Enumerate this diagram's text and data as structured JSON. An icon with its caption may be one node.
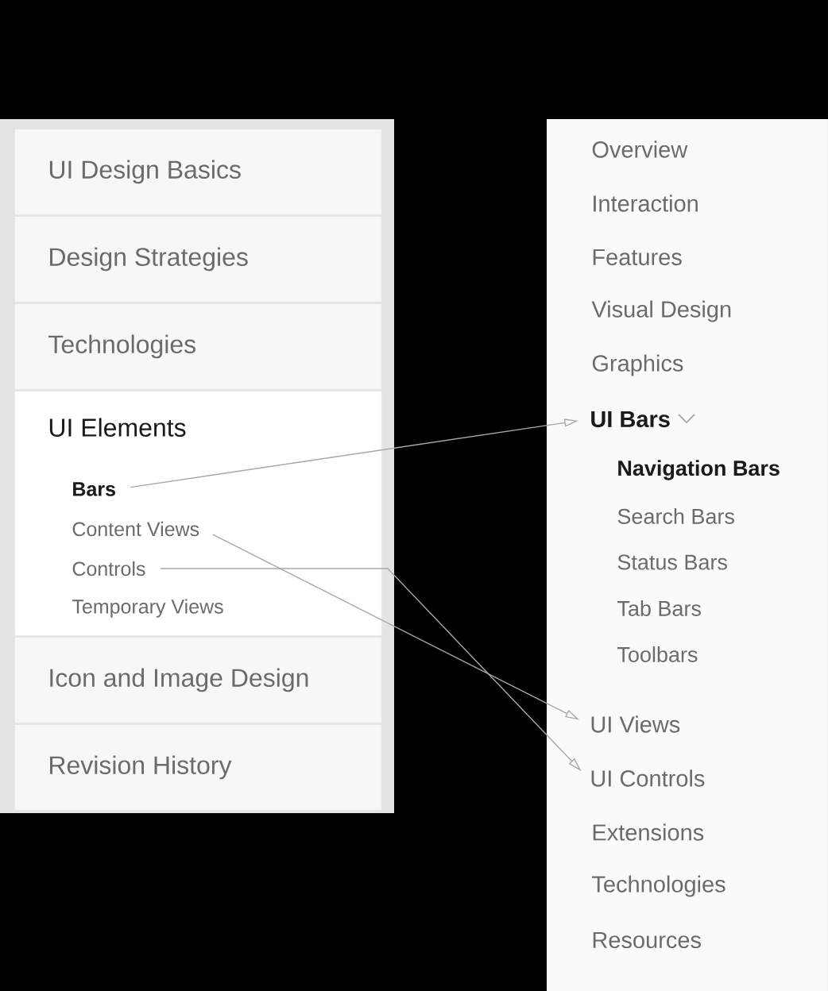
{
  "diagram": {
    "nodes": [
      {
        "text": [
          "UI Design Basics"
        ]
      },
      {
        "text": [
          "Design Strategies"
        ]
      },
      {
        "text": [
          "Technologies"
        ]
      },
      {
        "text": [
          "UI Elements"
        ]
      },
      {
        "text": [
          "Bars"
        ],
        "in": 3
      },
      {
        "text": [
          "Content Views"
        ],
        "in": 3
      },
      {
        "text": [
          "Controls"
        ],
        "in": 3
      },
      {
        "text": [
          "Temporary Views"
        ],
        "in": 3
      },
      {
        "text": [
          "Icon and Image Design"
        ]
      },
      {
        "text": [
          "Revision History"
        ]
      },
      {
        "text": [
          "UI Bars"
        ]
      },
      {
        "text": [
          "UI Views"
        ]
      },
      {
        "text": [
          "UI Controls"
        ]
      }
    ],
    "edges": [
      {
        "from": 4,
        "to": 10,
        "arrow": "to"
      },
      {
        "from": 5,
        "to": 11,
        "arrow": "to"
      },
      {
        "from": 6,
        "to": 12,
        "arrow": "to"
      }
    ],
    "labels": [
      "Overview",
      "Interaction",
      "Features",
      "Visual Design",
      "Graphics",
      "Navigation Bars",
      "Search Bars",
      "Status Bars",
      "Tab Bars",
      "Toolbars",
      "Extensions",
      "Technologies",
      "Resources"
    ]
  }
}
